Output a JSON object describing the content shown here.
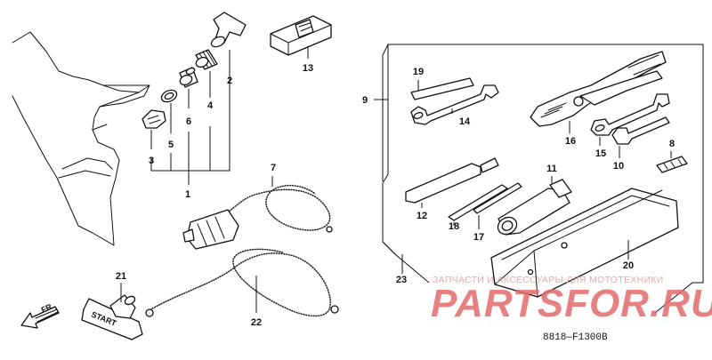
{
  "diagram": {
    "part_numbers": [
      "1",
      "2",
      "3",
      "4",
      "5",
      "6",
      "7",
      "8",
      "9",
      "10",
      "11",
      "12",
      "13",
      "14",
      "15",
      "16",
      "17",
      "18",
      "19",
      "20",
      "21",
      "22",
      "23"
    ],
    "direction_label": "FR.",
    "grip_label": "START",
    "drawing_code": "8818—F1300B"
  },
  "watermark": {
    "top_text": "ЗАПЧАСТИ И АКСЕССУАРЫ ДЛЯ МОТОТЕХНИКИ",
    "brand_text": "PARTSFOR.RU",
    "color": "#e36a6a"
  }
}
